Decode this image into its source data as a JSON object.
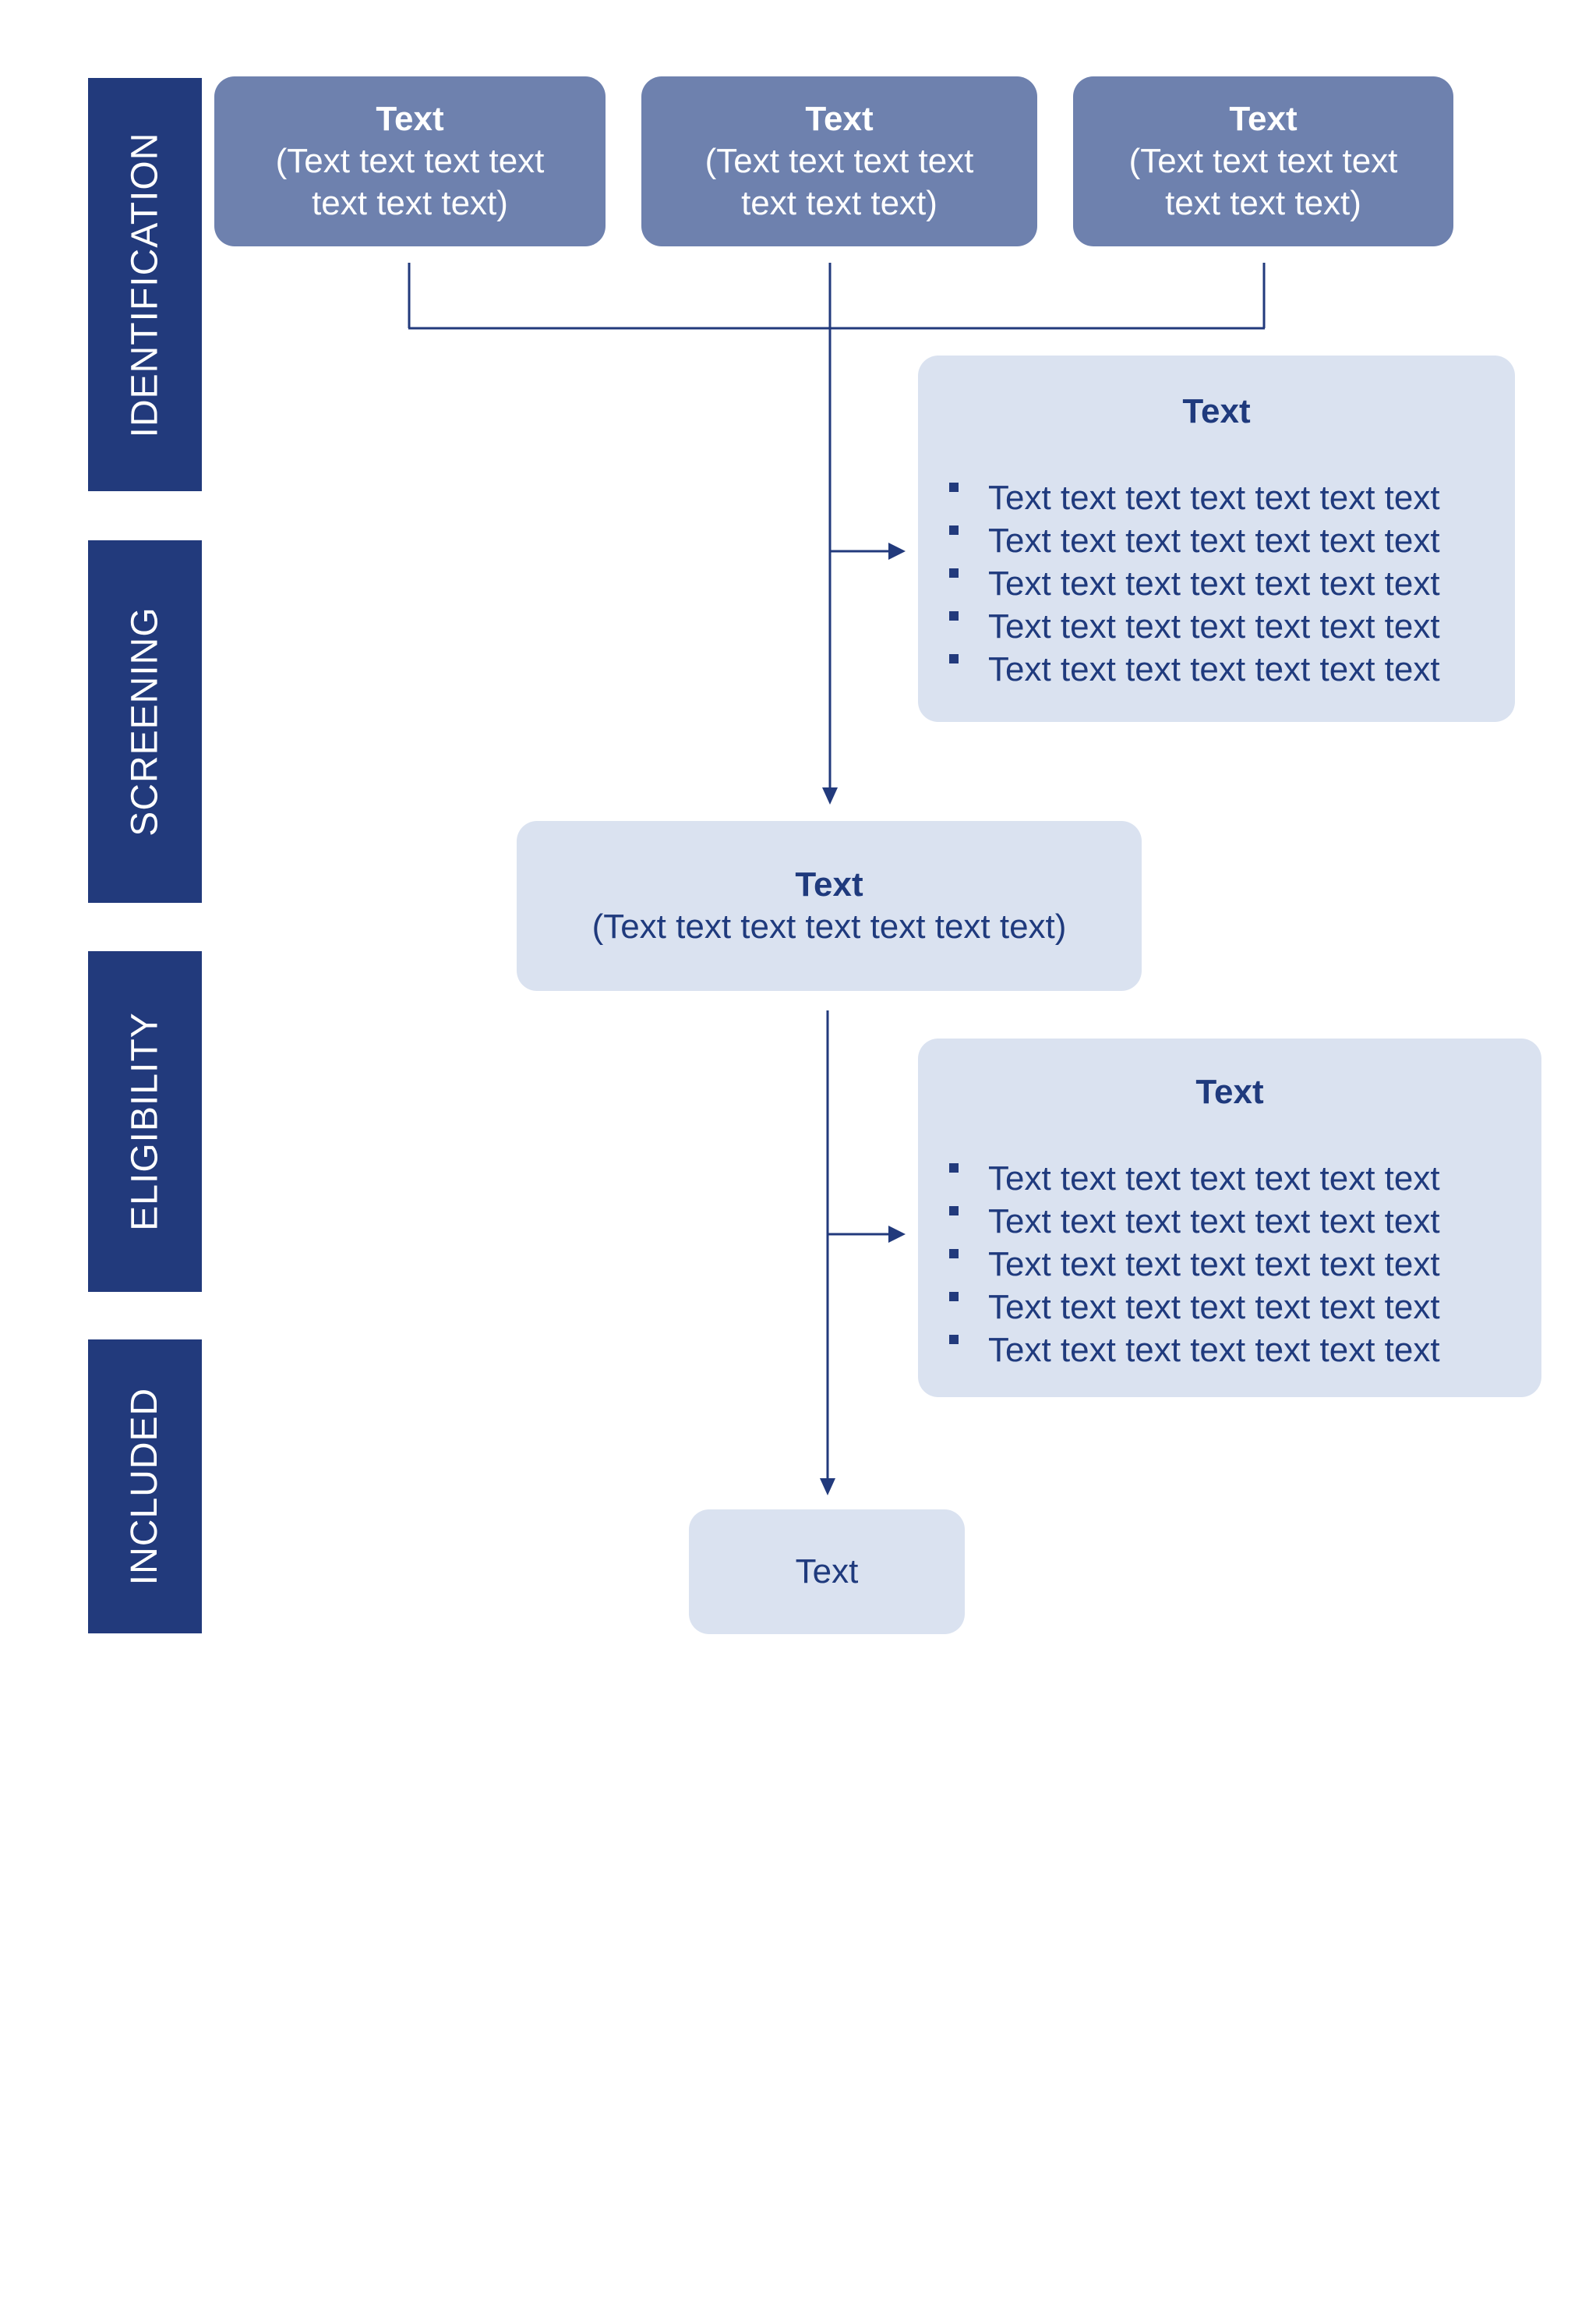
{
  "colors": {
    "stage_label_bg": "#223a7c",
    "source_box_bg": "#6e81ae",
    "light_box_bg": "#dae2f0",
    "text_dark": "#1f3a7d",
    "connector": "#223a7c"
  },
  "stages": {
    "identification": "IDENTIFICATION",
    "screening": "SCREENING",
    "eligibility": "ELIGIBILITY",
    "included": "INCLUDED"
  },
  "identification_boxes": [
    {
      "title": "Text",
      "subtitle": "(Text text text text text text text)"
    },
    {
      "title": "Text",
      "subtitle": "(Text text text text text text text)"
    },
    {
      "title": "Text",
      "subtitle": "(Text text text text text text text)"
    }
  ],
  "screening_exclusion": {
    "title": "Text",
    "items": [
      "Text text text text text text text",
      "Text text text text text text text",
      "Text text text text text text text",
      "Text text text text text text text",
      "Text text text text text text text"
    ]
  },
  "records_screened": {
    "title": "Text",
    "subtitle": "(Text text text text text text text)"
  },
  "eligibility_exclusion": {
    "title": "Text",
    "items": [
      "Text text text text text text text",
      "Text text text text text text text",
      "Text text text text text text text",
      "Text text text text text text text",
      "Text text text text text text text"
    ]
  },
  "included_box": {
    "label": "Text"
  }
}
